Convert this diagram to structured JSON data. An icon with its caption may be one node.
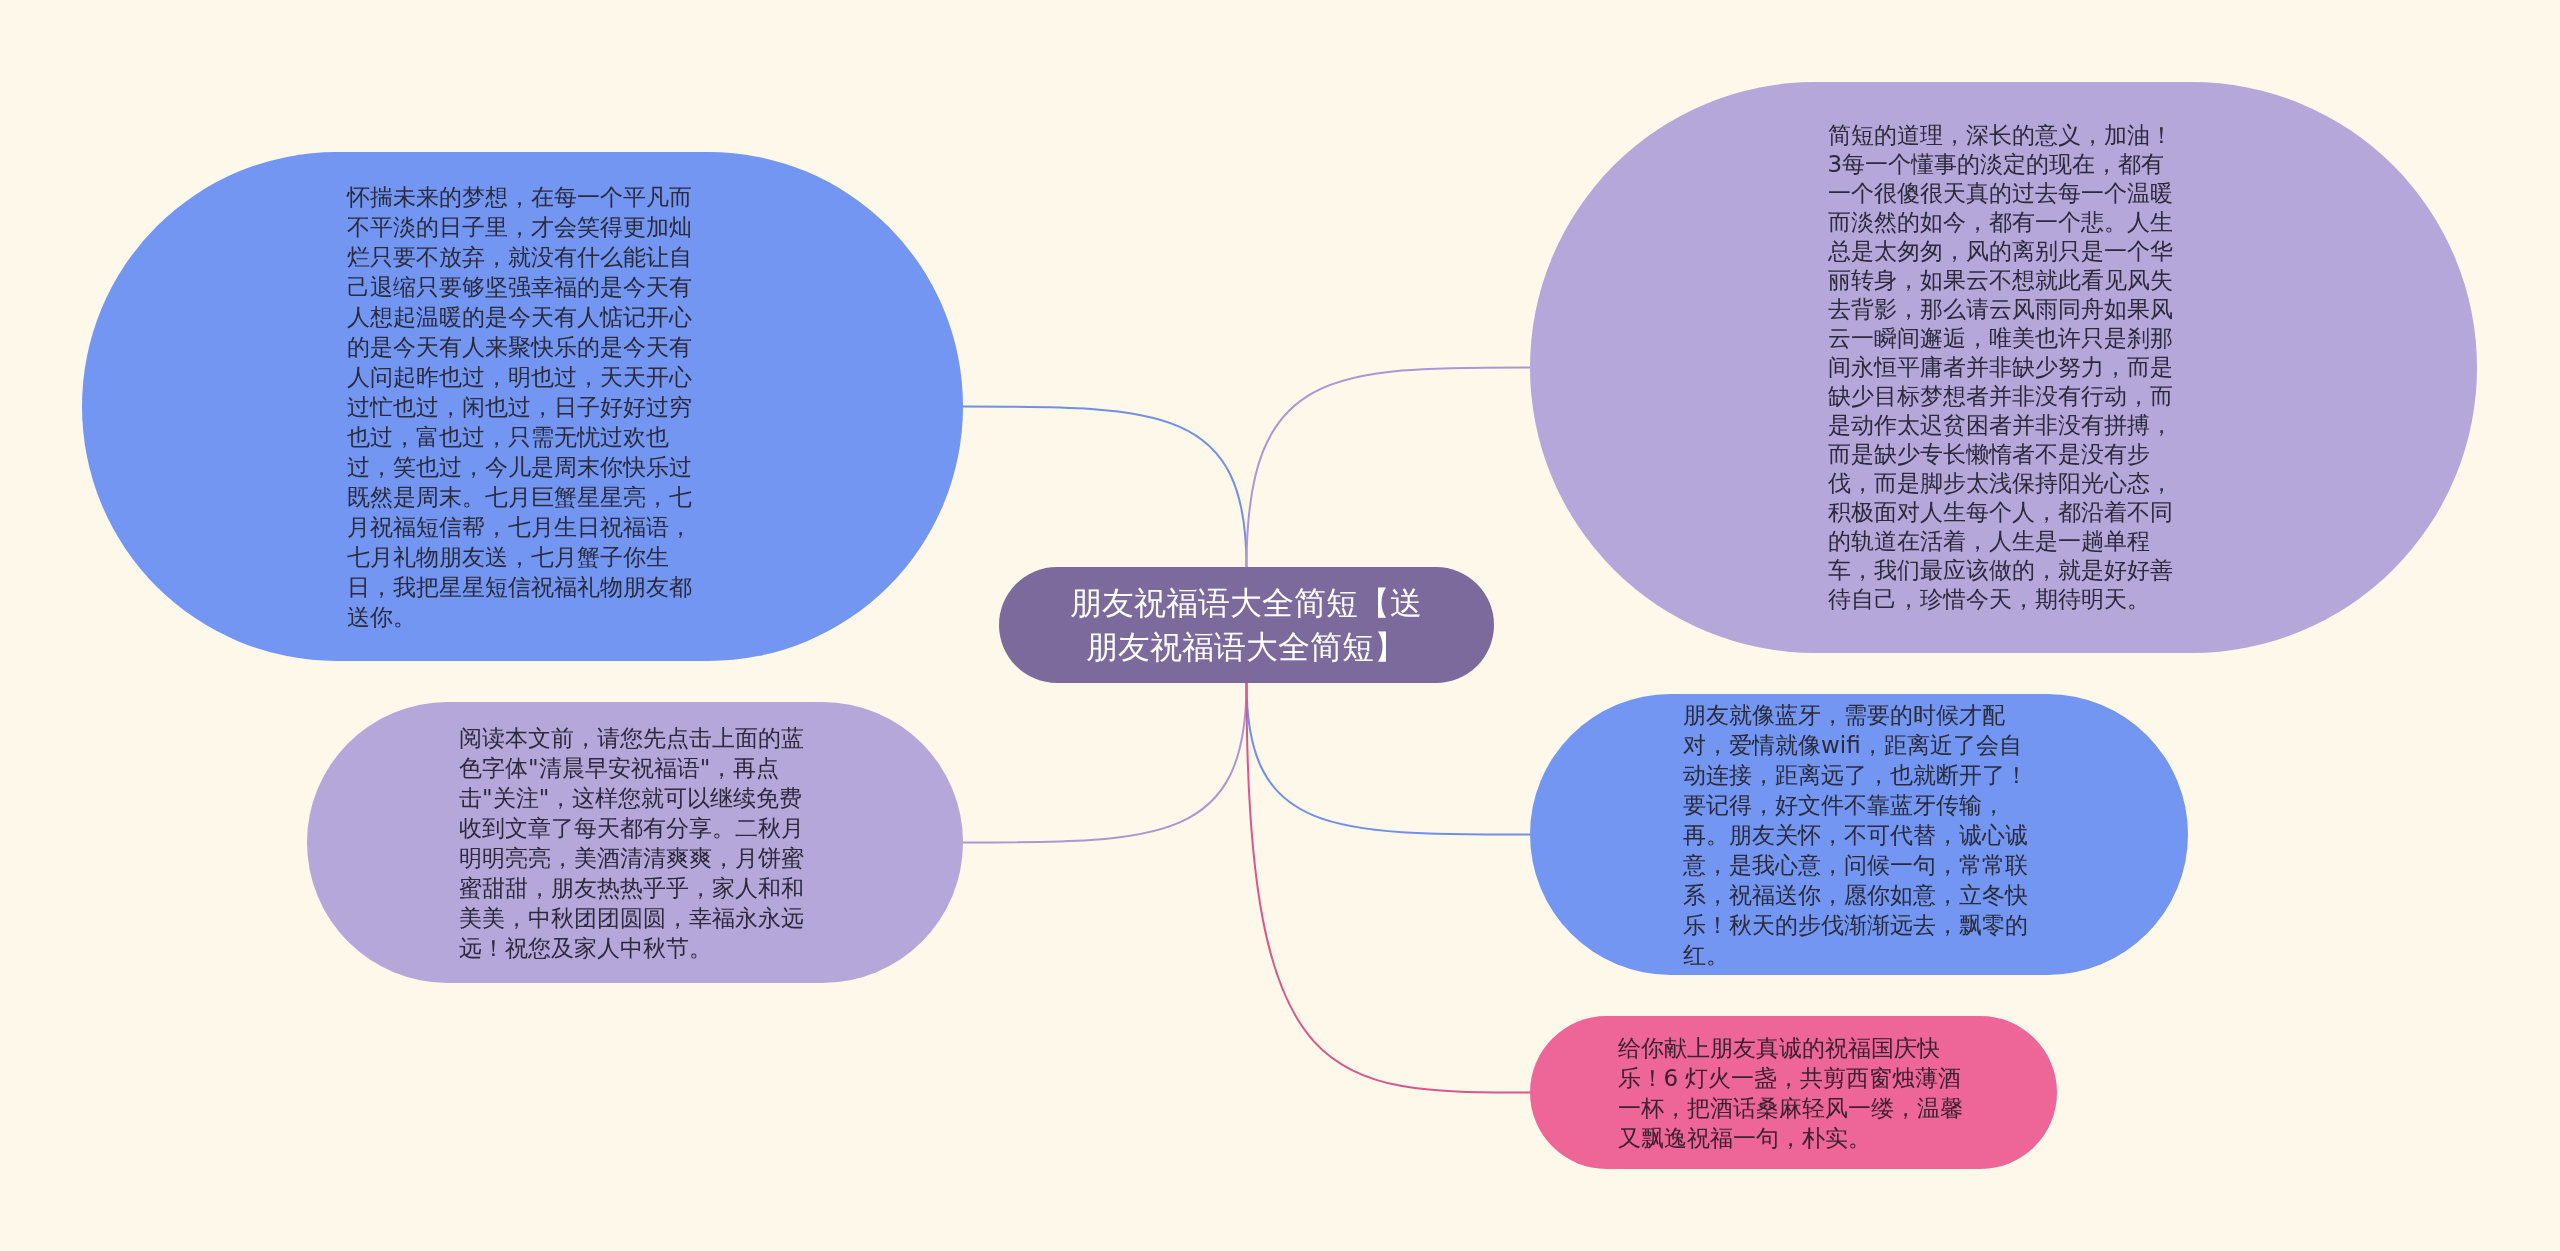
{
  "diagram": {
    "nodes": [
      {
        "text": [
          "朋友祝福语大全简短【送朋友祝福语大全简短】"
        ]
      },
      {
        "text": [
          "怀揣未来的梦想，在每一个平凡而不平淡的日子里，才会笑得更加灿烂只要不放弃，就没有什么能让自己退缩只要够坚强幸福的是今天有人想起温暖的是今天有人惦记开心的是今天有人来聚快乐的是今天有人问起昨也过，明也过，天天开心过忙也过，闲也过，日子好好过穷也过，富也过，只需无忧过欢也过，笑也过，今儿是周末你快乐过既然是周末。七月巨蟹星星亮，七月祝福短信帮，七月生日祝福语，七月礼物朋友送，七月蟹子你生日，我把星星短信祝福礼物朋友都送你。"
        ]
      },
      {
        "text": [
          "阅读本文前，请您先点击上面的蓝色字体\"清晨早安祝福语\"，再点击\"关注\"，这样您就可以继续免费收到文章了每天都有分享。二秋月明明亮亮，美酒清清爽爽，月饼蜜蜜甜甜，朋友热热乎乎，家人和和美美，中秋团团圆圆，幸福永永远远！祝您及家人中秋节。"
        ]
      },
      {
        "text": [
          "简短的道理，深长的意义，加油！3每一个懂事的淡定的现在，都有一个很傻很天真的过去每一个温暖而淡然的如今，都有一个悲。人生总是太匆匆，风的离别只是一个华丽转身，如果云不想就此看见风失去背影，那么请云风雨同舟如果风云一瞬间邂逅，唯美也许只是刹那间永恒平庸者并非缺少努力，而是缺少目标梦想者并非没有行动，而是动作太迟贫困者并非没有拼搏，而是缺少专长懒惰者不是没有步伐，而是脚步太浅保持阳光心态，积极面对人生每个人，都沿着不同的轨道在活着，人生是一趟单程车，我们最应该做的，就是好好善待自己，珍惜今天，期待明天。"
        ]
      },
      {
        "text": [
          "朋友就像蓝牙，需要的时候才配对，爱情就像wifi，距离近了会自动连接，距离远了，也就断开了！要记得，好文件不靠蓝牙传输，再。朋友关怀，不可代替，诚心诚意，是我心意，问候一句，常常联系，祝福送你，愿你如意，立冬快乐！秋天的步伐渐渐远去，飘零的红。"
        ]
      },
      {
        "text": [
          "给你献上朋友真诚的祝福国庆快乐！6 灯火一盏，共剪西窗烛薄酒一杯，把酒话桑麻轻风一缕，温馨又飘逸祝福一句，朴实。"
        ]
      }
    ],
    "edges": [
      {
        "from": 0,
        "to": 1,
        "arrow": "none",
        "color": "#6f8fe8"
      },
      {
        "from": 0,
        "to": 2,
        "arrow": "none",
        "color": "#a898d4"
      },
      {
        "from": 0,
        "to": 3,
        "arrow": "none",
        "color": "#a898d4"
      },
      {
        "from": 0,
        "to": 4,
        "arrow": "none",
        "color": "#6f8fe8"
      },
      {
        "from": 0,
        "to": 5,
        "arrow": "none",
        "color": "#d9578a"
      }
    ]
  }
}
